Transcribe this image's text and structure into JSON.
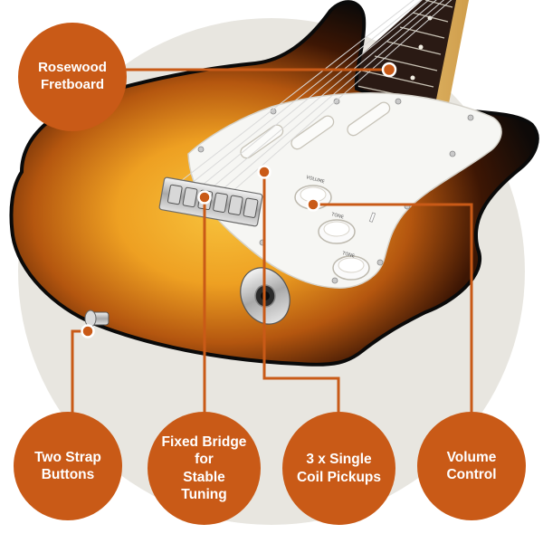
{
  "colors": {
    "accent": "#c95a17",
    "background_disc": "#e8e6e0",
    "body_dark": "#141414",
    "sunburst_center": "#f2b530",
    "pickguard": "#f5f5f3"
  },
  "callouts": {
    "fretboard": {
      "line1": "Rosewood",
      "line2": "Fretboard"
    },
    "strap_buttons": {
      "line1": "Two Strap",
      "line2": "Buttons"
    },
    "bridge": {
      "line1": "Fixed Bridge for",
      "line2": "Stable Tuning"
    },
    "pickups": {
      "line1": "3 x Single",
      "line2": "Coil Pickups"
    },
    "volume": {
      "line1": "Volume",
      "line2": "Control"
    }
  },
  "knob_labels": {
    "volume": "VOLUME",
    "tone1": "TONE",
    "tone2": "TONE"
  }
}
